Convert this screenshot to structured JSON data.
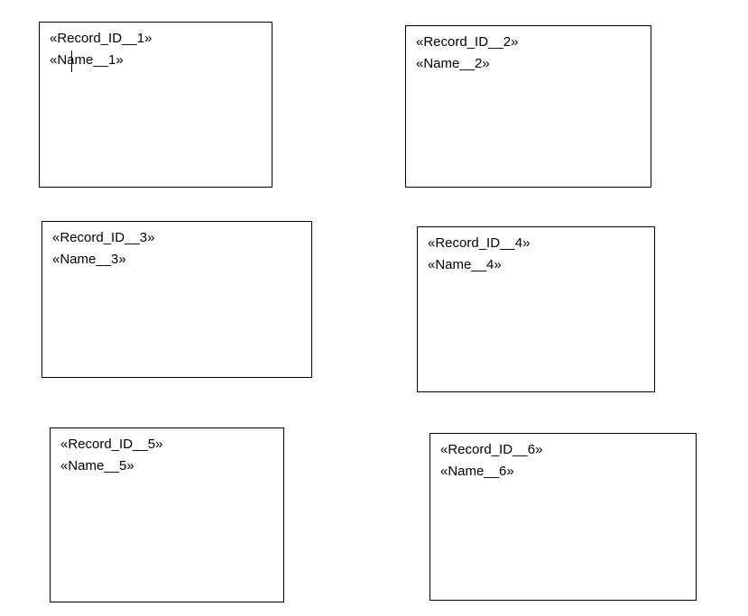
{
  "labels": [
    {
      "record_id": "«Record_ID__1»",
      "name": "«Name__1»"
    },
    {
      "record_id": "«Record_ID__2»",
      "name": "«Name__2»"
    },
    {
      "record_id": "«Record_ID__3»",
      "name": "«Name__3»"
    },
    {
      "record_id": "«Record_ID__4»",
      "name": "«Name__4»"
    },
    {
      "record_id": "«Record_ID__5»",
      "name": "«Name__5»"
    },
    {
      "record_id": "«Record_ID__6»",
      "name": "«Name__6»"
    }
  ]
}
